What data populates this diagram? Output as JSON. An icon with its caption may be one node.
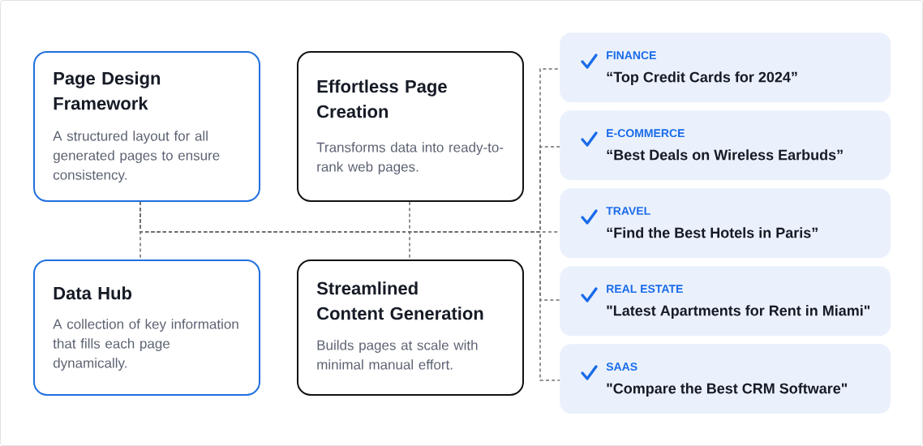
{
  "diagram": {
    "nodes": [
      {
        "text": [
          "Page Design Framework",
          "A structured layout for all generated pages to ensure consistency."
        ]
      },
      {
        "text": [
          "Effortless Page Creation",
          "Transforms data into ready-to-rank web pages."
        ]
      },
      {
        "text": [
          "Data Hub",
          "A collection of key information that fills each page dynamically."
        ]
      },
      {
        "text": [
          "Streamlined Content Generation",
          "Builds pages at scale with minimal manual effort."
        ]
      },
      {
        "text": [
          "FINANCE",
          "“Top Credit Cards for 2024”"
        ]
      },
      {
        "text": [
          "E-COMMERCE",
          "“Best Deals on Wireless Earbuds”"
        ]
      },
      {
        "text": [
          "TRAVEL",
          "“Find the Best Hotels in Paris”"
        ]
      },
      {
        "text": [
          "REAL ESTATE",
          "\"Latest Apartments for Rent in Miami\""
        ]
      },
      {
        "text": [
          "SAAS",
          "\"Compare the Best CRM Software\""
        ]
      }
    ],
    "edges": [
      {
        "from": 0,
        "to": 2,
        "arrow": "none",
        "style": "dashed"
      },
      {
        "from": 1,
        "to": 3,
        "arrow": "none",
        "style": "dashed"
      },
      {
        "from": 0,
        "to": 4,
        "arrow": "none",
        "style": "dashed"
      },
      {
        "from": 0,
        "to": 5,
        "arrow": "none",
        "style": "dashed"
      },
      {
        "from": 0,
        "to": 6,
        "arrow": "none",
        "style": "dashed"
      },
      {
        "from": 0,
        "to": 7,
        "arrow": "none",
        "style": "dashed"
      },
      {
        "from": 0,
        "to": 8,
        "arrow": "none",
        "style": "dashed"
      }
    ]
  }
}
